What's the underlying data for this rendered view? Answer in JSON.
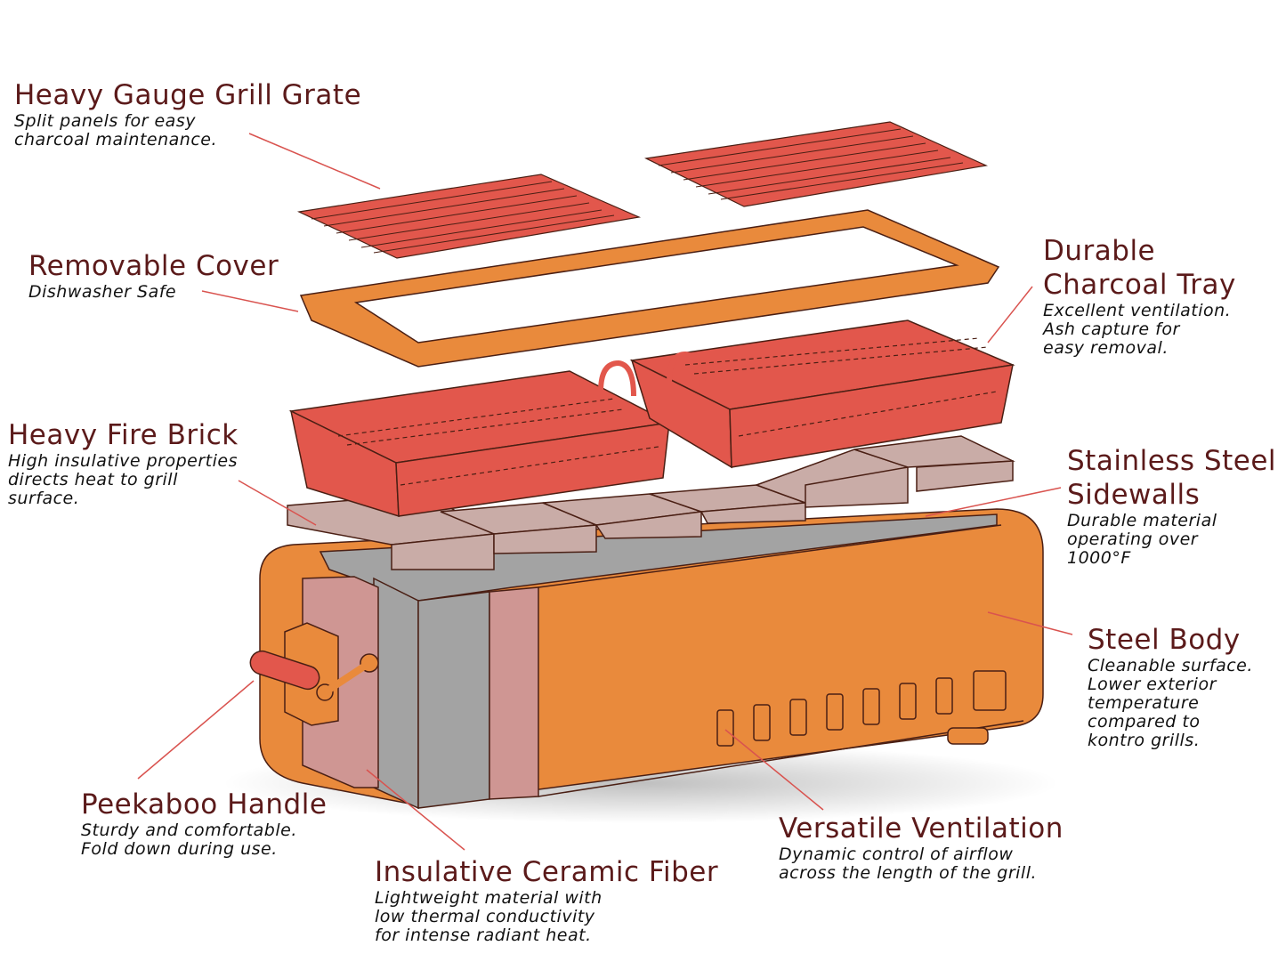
{
  "colors": {
    "title": "#5b1a1a",
    "leader": "#d9534f",
    "body": "#e98a3c",
    "grate": "#e2574c",
    "brick": "#c9aca7",
    "fiber": "#cf9693",
    "interior": "#a3a3a3"
  },
  "callouts": [
    {
      "id": "grill-grate",
      "title": "Heavy Gauge Grill Grate",
      "desc": "Split panels for easy\ncharcoal maintenance."
    },
    {
      "id": "removable-cover",
      "title": "Removable Cover",
      "desc": "Dishwasher Safe"
    },
    {
      "id": "charcoal-tray",
      "title": "Durable\nCharcoal Tray",
      "desc": "Excellent ventilation.\nAsh capture for\neasy removal."
    },
    {
      "id": "fire-brick",
      "title": "Heavy Fire Brick",
      "desc": "High insulative properties\ndirects heat to grill\nsurface."
    },
    {
      "id": "sidewalls",
      "title": "Stainless Steel\nSidewalls",
      "desc": "Durable material\noperating over\n1000°F"
    },
    {
      "id": "steel-body",
      "title": "Steel Body",
      "desc": "Cleanable surface.\nLower exterior\ntemperature\ncompared to\nkontro grills."
    },
    {
      "id": "peekaboo-handle",
      "title": "Peekaboo Handle",
      "desc": "Sturdy and comfortable.\nFold down during use."
    },
    {
      "id": "ceramic-fiber",
      "title": "Insulative Ceramic Fiber",
      "desc": "Lightweight material with\nlow thermal conductivity\nfor intense radiant heat."
    },
    {
      "id": "ventilation",
      "title": "Versatile Ventilation",
      "desc": "Dynamic control of airflow\nacross the length of the grill."
    }
  ]
}
